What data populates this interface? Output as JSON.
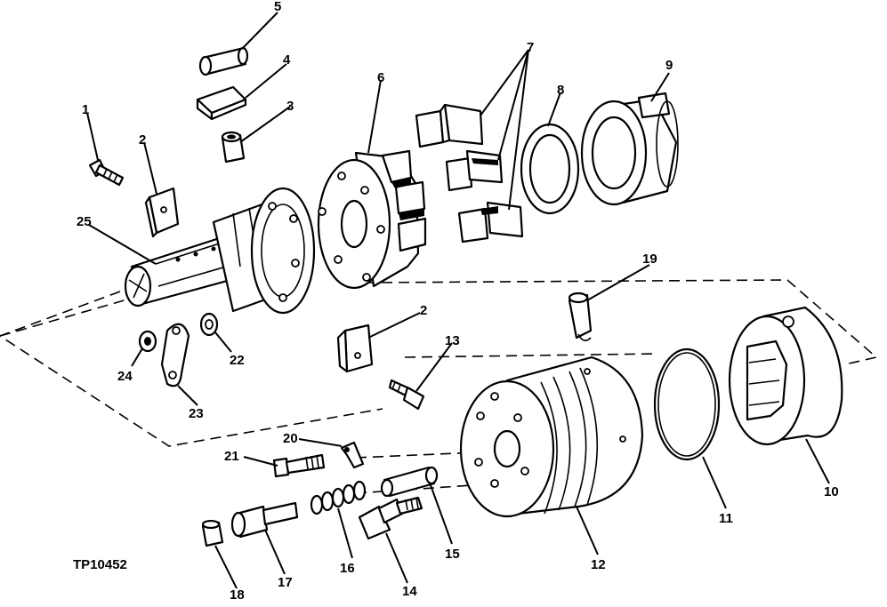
{
  "figure_id": "TP10452",
  "callouts": {
    "c1": "1",
    "c2a": "2",
    "c2b": "2",
    "c3": "3",
    "c4": "4",
    "c5": "5",
    "c6": "6",
    "c7": "7",
    "c8": "8",
    "c9": "9",
    "c10": "10",
    "c11": "11",
    "c12": "12",
    "c13": "13",
    "c14": "14",
    "c15": "15",
    "c16": "16",
    "c17": "17",
    "c18": "18",
    "c19": "19",
    "c20": "20",
    "c21": "21",
    "c22": "22",
    "c23": "23",
    "c24": "24",
    "c25": "25"
  }
}
